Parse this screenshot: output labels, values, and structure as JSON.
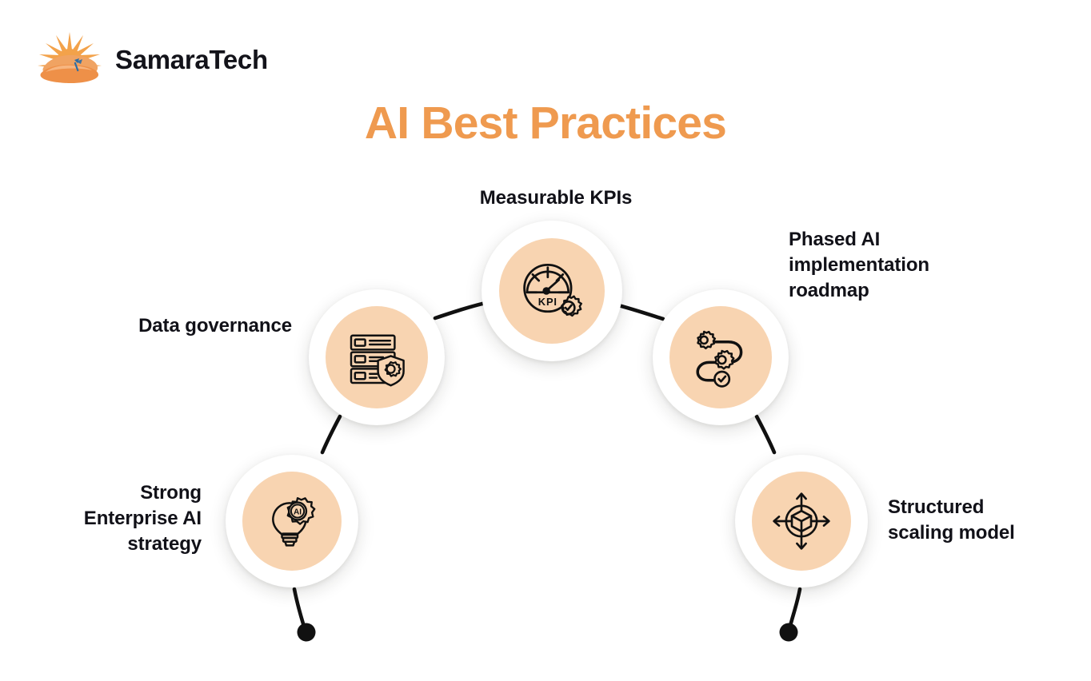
{
  "brand": {
    "name": "SamaraTech",
    "logo_icon": "sunrise-dune-logo",
    "logo_colors": {
      "sun": "#f3a24a",
      "dune": "#ef9048",
      "dune_light": "#f7b377",
      "accent": "#2d6da4"
    }
  },
  "header": {
    "title": "AI Best Practices",
    "title_color": "#ef9a4f"
  },
  "theme": {
    "background": "#ffffff",
    "node_ring": "#ffffff",
    "node_fill": "#f8d4b1",
    "icon_stroke": "#111111",
    "connector": "#111111",
    "text": "#111118"
  },
  "diagram": {
    "type": "arc-node-flow",
    "node_count": 5,
    "nodes": [
      {
        "id": "strategy",
        "label": "Strong\nEnterprise AI\nstrategy",
        "icon": "lightbulb-gear-ai-icon",
        "icon_text": "AI",
        "position": "bottom-left",
        "label_align": "right"
      },
      {
        "id": "governance",
        "label": "Data governance",
        "icon": "database-shield-gear-icon",
        "position": "left",
        "label_align": "right"
      },
      {
        "id": "kpis",
        "label": "Measurable KPIs",
        "icon": "gauge-kpi-badge-icon",
        "icon_text": "KPI",
        "position": "center",
        "label_align": "center"
      },
      {
        "id": "roadmap",
        "label": "Phased AI\nimplementation\nroadmap",
        "icon": "roadmap-gears-check-icon",
        "position": "right",
        "label_align": "left"
      },
      {
        "id": "scaling",
        "label": "Structured\nscaling model",
        "icon": "cube-expand-arrows-icon",
        "position": "bottom-right",
        "label_align": "left"
      }
    ],
    "connectors": [
      {
        "from": "terminal-left",
        "to": "strategy",
        "endpoint_dot": true
      },
      {
        "from": "strategy",
        "to": "governance",
        "endpoint_dot": false
      },
      {
        "from": "governance",
        "to": "kpis",
        "endpoint_dot": false
      },
      {
        "from": "kpis",
        "to": "roadmap",
        "endpoint_dot": false
      },
      {
        "from": "roadmap",
        "to": "scaling",
        "endpoint_dot": false
      },
      {
        "from": "scaling",
        "to": "terminal-right",
        "endpoint_dot": true
      }
    ]
  }
}
